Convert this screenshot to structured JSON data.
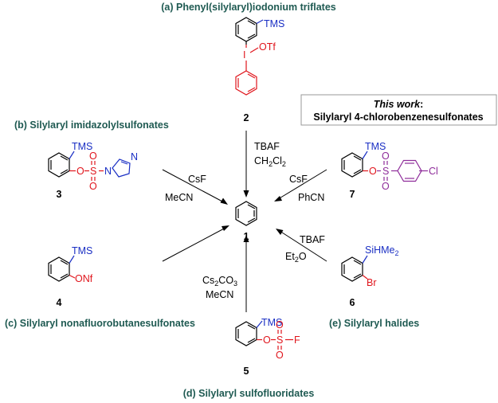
{
  "captions": {
    "a": "(a) Phenyl(silylaryl)iodonium triflates",
    "b": "(b) Silylaryl imidazolylsulfonates",
    "c": "(c) Silylaryl nonafluorobutanesulfonates",
    "d": "(d) Silylaryl sulfofluoridates",
    "e": "(e) Silylaryl halides"
  },
  "this_work": {
    "title": "This work",
    "colon": ":",
    "subtitle": "Silylaryl 4-chlorobenzenesulfonates"
  },
  "compounds": {
    "c1": "1",
    "c2": "2",
    "c3": "3",
    "c4": "4",
    "c5": "5",
    "c6": "6",
    "c7": "7"
  },
  "atoms": {
    "tms": "TMS",
    "otf": "OTf",
    "iodine": "I",
    "o": "O",
    "s": "S",
    "n": "N",
    "f": "F",
    "cl": "Cl",
    "br": "Br",
    "onf": "ONf",
    "sihme": "SiHMe",
    "sihme_sub": "2"
  },
  "conditions": {
    "a_reagent": "TBAF",
    "a_solvent_main": "CH",
    "a_solvent_sub1": "2",
    "a_solvent_mid": "Cl",
    "a_solvent_sub2": "2",
    "b_reagent": "CsF",
    "b_solvent": "MeCN",
    "work_reagent": "CsF",
    "work_solvent": "PhCN",
    "d_reagent_main": "Cs",
    "d_reagent_sub1": "2",
    "d_reagent_mid": "CO",
    "d_reagent_sub2": "3",
    "d_solvent": "MeCN",
    "e_reagent": "TBAF",
    "e_solvent_main": "Et",
    "e_solvent_sub": "2",
    "e_solvent_end": "O"
  },
  "colors": {
    "silyl": "#1a2fc4",
    "leaving_group": "#e0151c",
    "new_group": "#8e2c9a",
    "caption": "#1f5a52"
  }
}
